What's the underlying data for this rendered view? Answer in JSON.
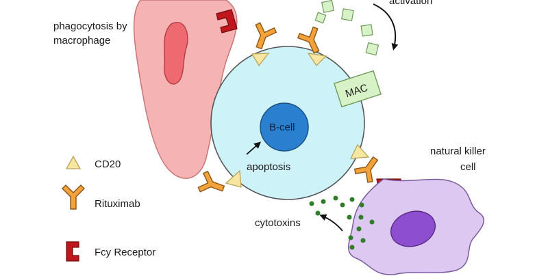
{
  "labels": {
    "phagocytosis_line1": "phagocytosis by",
    "phagocytosis_line2": "macrophage",
    "activation": "activation",
    "mac": "MAC",
    "bcell": "B-cell",
    "apoptosis": "apoptosis",
    "nk_line1": "natural killer",
    "nk_line2": "cell",
    "cytotoxins": "cytotoxins"
  },
  "legend": [
    {
      "icon": "triangle-icon",
      "label": "CD20"
    },
    {
      "icon": "antibody-icon",
      "label": "Rituximab"
    },
    {
      "icon": "receptor-icon",
      "label": "Fcy Receptor"
    }
  ],
  "colors": {
    "macrophage": "#f6b3b3",
    "macrophage_nucleus": "#ee6a70",
    "bcell_outer": "#cdf2f8",
    "bcell_nucleus": "#2a7fce",
    "cd20": "#f6e6a0",
    "rituximab": "#f3a23b",
    "receptor": "#c0161d",
    "complement": "#d8f2c8",
    "nk_cell": "#dcc8f0",
    "nk_nucleus": "#8d4fd0",
    "cytotoxin": "#2f7d2a"
  }
}
